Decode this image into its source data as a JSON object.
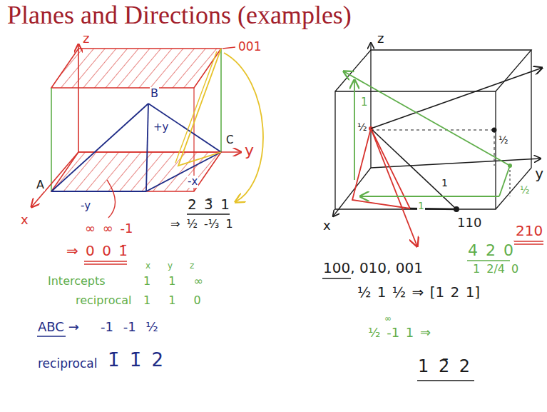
{
  "diagram": {
    "title": "Planes and Directions (examples)",
    "labels": [
      "z",
      "001",
      "B",
      "+y",
      "C",
      "y",
      "-x",
      "A",
      "x",
      "-y",
      "∞ ∞ -1",
      "⇒ 0 0 1̄",
      "2 3̄ 1",
      "⇒ ½ -⅓ 1",
      "x",
      "y",
      "z",
      "Intercepts",
      "1 1 ∞",
      "reciprocal",
      "1 1 0",
      "ABC →",
      "-1 -1 ½",
      "reciprocal",
      "1̄ 1̄ 2",
      "z",
      "x",
      "y",
      "1",
      "½",
      "½",
      "½",
      "1",
      "1",
      "110",
      "210",
      "4 2 0",
      "1 2/4 0",
      "100, 010, 001",
      "½ 1 ½ ⇒ [1 2 1]",
      "∞",
      "½ -1 1 ⇒",
      "1 2̄ 2"
    ]
  }
}
